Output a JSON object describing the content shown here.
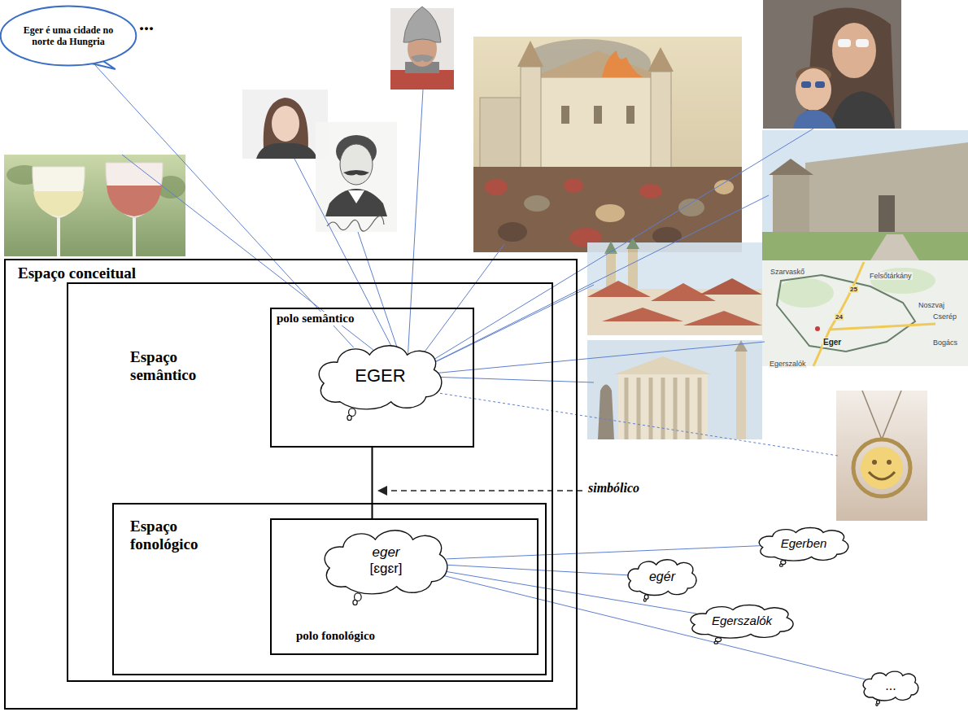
{
  "diagram": {
    "nodes": [
      {
        "text": [
          "Eger é uma cidade no norte da Hungria"
        ]
      },
      {
        "text": [
          "Espaço conceitual"
        ]
      },
      {
        "text": [
          "Espaço semântico"
        ],
        "in": 1
      },
      {
        "text": [
          "polo semântico"
        ],
        "in": 2
      },
      {
        "text": [
          "EGER"
        ],
        "in": 3
      },
      {
        "text": [
          "Espaço fonológico"
        ],
        "in": 2
      },
      {
        "text": [
          "polo fonológico"
        ],
        "in": 5
      },
      {
        "text": [
          "eger",
          "[ɛgɛr]"
        ],
        "in": 6
      },
      {
        "text": [
          "egér"
        ]
      },
      {
        "text": [
          "Egerben"
        ]
      },
      {
        "text": [
          "Egerszalók"
        ]
      },
      {
        "text": [
          "..."
        ]
      }
    ],
    "edges": [
      {
        "from": 0,
        "to": 4,
        "arrow": "none"
      },
      {
        "from": 3,
        "to": 6,
        "arrow": "none"
      },
      {
        "from": 7,
        "to": 8,
        "arrow": "none"
      },
      {
        "from": 7,
        "to": 9,
        "arrow": "none"
      },
      {
        "from": 7,
        "to": 10,
        "arrow": "none"
      },
      {
        "from": 7,
        "to": 11,
        "arrow": "none"
      }
    ],
    "labels": [
      "...",
      "simbólico",
      "Szarvaskő",
      "Felsőtárkány",
      "Noszvaj",
      "Cserép",
      "25",
      "24",
      "Eger",
      "Bogács",
      "Egerszalók"
    ]
  }
}
